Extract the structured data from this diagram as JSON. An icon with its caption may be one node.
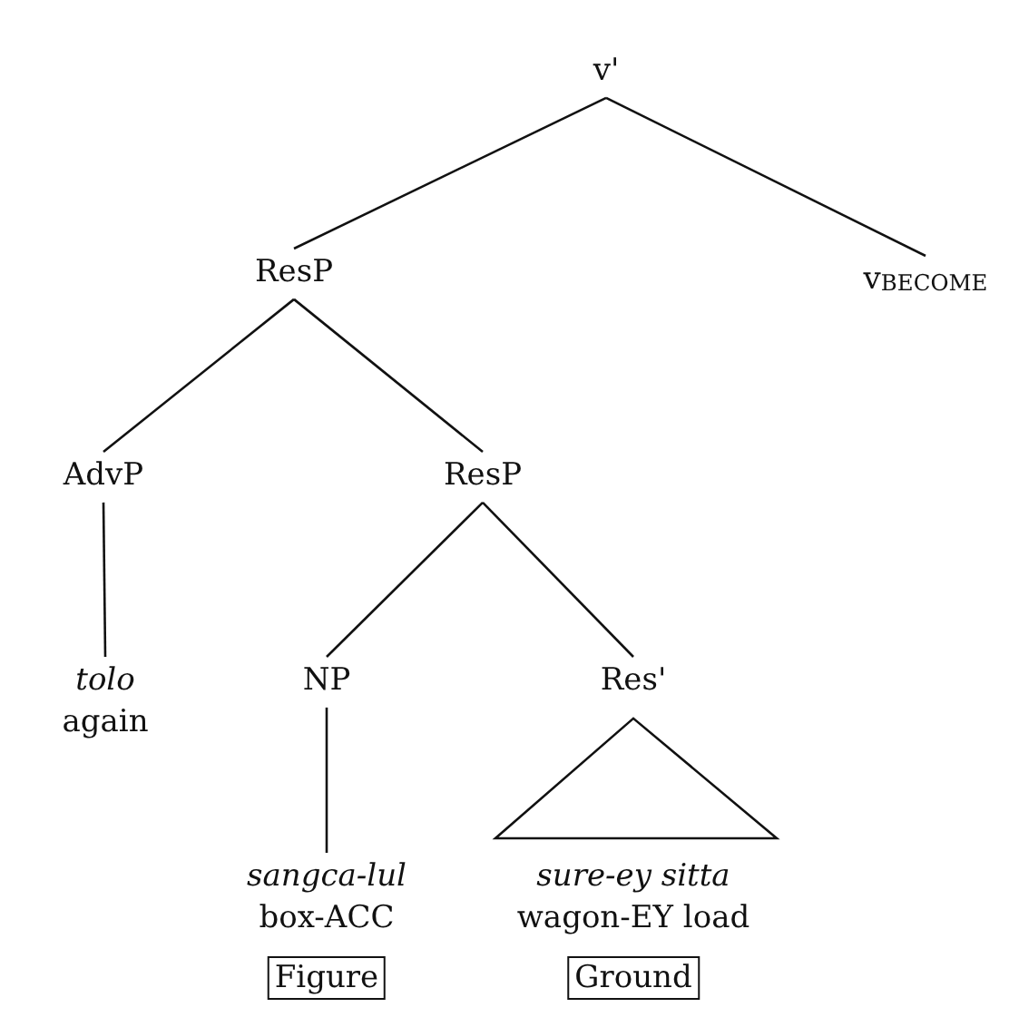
{
  "diagram": {
    "nodes": [
      {
        "text": [
          "v'"
        ]
      },
      {
        "text": [
          "ResP"
        ]
      },
      {
        "text": [
          "v$_{BECOME}$"
        ]
      },
      {
        "text": [
          "AdvP"
        ]
      },
      {
        "text": [
          "ResP"
        ]
      },
      {
        "text": [
          "tolo",
          "again"
        ]
      },
      {
        "text": [
          "NP"
        ]
      },
      {
        "text": [
          "Res'"
        ]
      },
      {
        "text": [
          "sangca-lul",
          "box-ACC"
        ]
      },
      {
        "text": [
          "Figure"
        ]
      },
      {
        "text": [
          "sure-ey sitta",
          "wagon-EY load"
        ]
      },
      {
        "text": [
          "Ground"
        ]
      }
    ],
    "edges": [
      {
        "from": 0,
        "to": 1,
        "arrow": "none"
      },
      {
        "from": 0,
        "to": 2,
        "arrow": "none"
      },
      {
        "from": 1,
        "to": 3,
        "arrow": "none"
      },
      {
        "from": 1,
        "to": 4,
        "arrow": "none"
      },
      {
        "from": 3,
        "to": 5,
        "arrow": "none"
      },
      {
        "from": 4,
        "to": 6,
        "arrow": "none"
      },
      {
        "from": 4,
        "to": 7,
        "arrow": "none"
      },
      {
        "from": 6,
        "to": 8,
        "arrow": "none"
      },
      {
        "from": 7,
        "to": 10,
        "arrow": "none"
      }
    ]
  }
}
